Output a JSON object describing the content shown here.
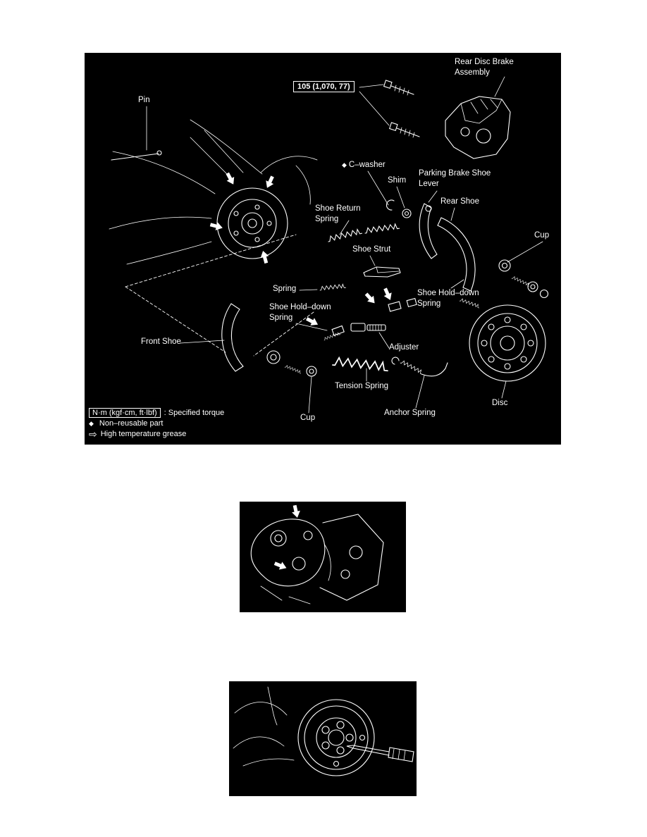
{
  "page": {
    "bg_color": "#ffffff",
    "panel_bg": "#000000",
    "ink": "#ffffff"
  },
  "exploded_view": {
    "torque_spec": "105 (1,070, 77)",
    "labels": {
      "assembly": "Rear Disc Brake\nAssembly",
      "pin": "Pin",
      "c_washer": "C–washer",
      "shim": "Shim",
      "parking_lever": "Parking Brake Shoe\nLever",
      "rear_shoe": "Rear Shoe",
      "shoe_return_spring": "Shoe Return\nSpring",
      "shoe_strut": "Shoe Strut",
      "cup_right": "Cup",
      "spring": "Spring",
      "shoe_holddown_right": "Shoe Hold–down\nSpring",
      "shoe_holddown_left": "Shoe Hold–down\nSpring",
      "front_shoe": "Front Shoe",
      "adjuster": "Adjuster",
      "tension_spring": "Tension Spring",
      "cup_bottom": "Cup",
      "anchor_spring": "Anchor Spring",
      "disc": "Disc"
    },
    "symbols": {
      "diamond": "◆",
      "grease_arrow": "⇨"
    },
    "legend": {
      "torque_box": "N·m (kgf·cm, ft·lbf)",
      "torque_desc": ": Specified torque",
      "non_reusable": "Non–reusable part",
      "grease": "High temperature grease"
    }
  }
}
